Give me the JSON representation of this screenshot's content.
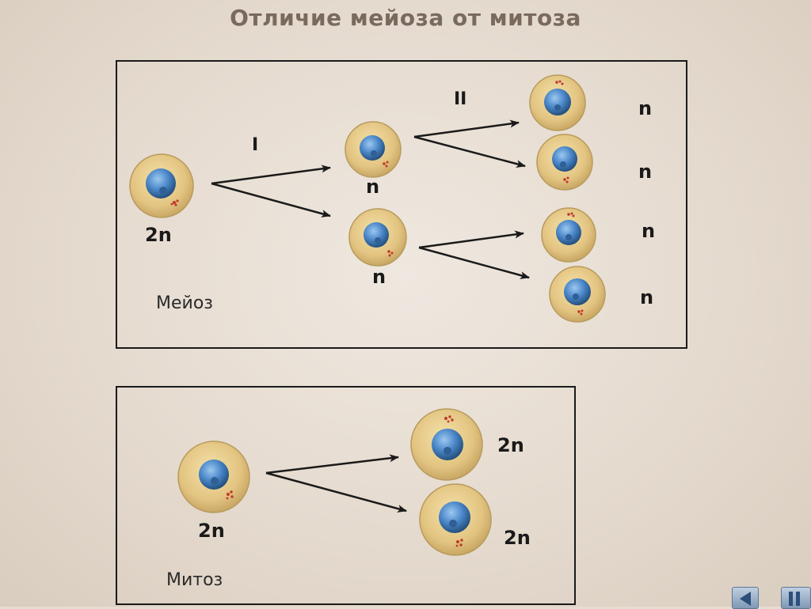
{
  "title": "Отличие мейоза от митоза",
  "meiosis": {
    "caption": "Мейоз",
    "division_1_label": "I",
    "division_2_label": "II",
    "parent_label": "2n",
    "stage1_labels": [
      "n",
      "n"
    ],
    "stage2_labels": [
      "n",
      "n",
      "n",
      "n"
    ]
  },
  "mitosis": {
    "caption": "Митоз",
    "parent_label": "2n",
    "daughter_labels": [
      "2n",
      "2n"
    ]
  },
  "colors": {
    "cytoplasm": "#e8cc8c",
    "cytoplasm_edge": "#b89b5c",
    "nucleus": "#4a86c8",
    "nucleus_dark": "#24507e",
    "chromosome": "#c0392b",
    "arrow": "#1a1a1a",
    "frame": "#1a1a1a"
  },
  "nav": {
    "prev_icon": "prev-slide-icon",
    "next_icon": "next-slide-icon"
  }
}
